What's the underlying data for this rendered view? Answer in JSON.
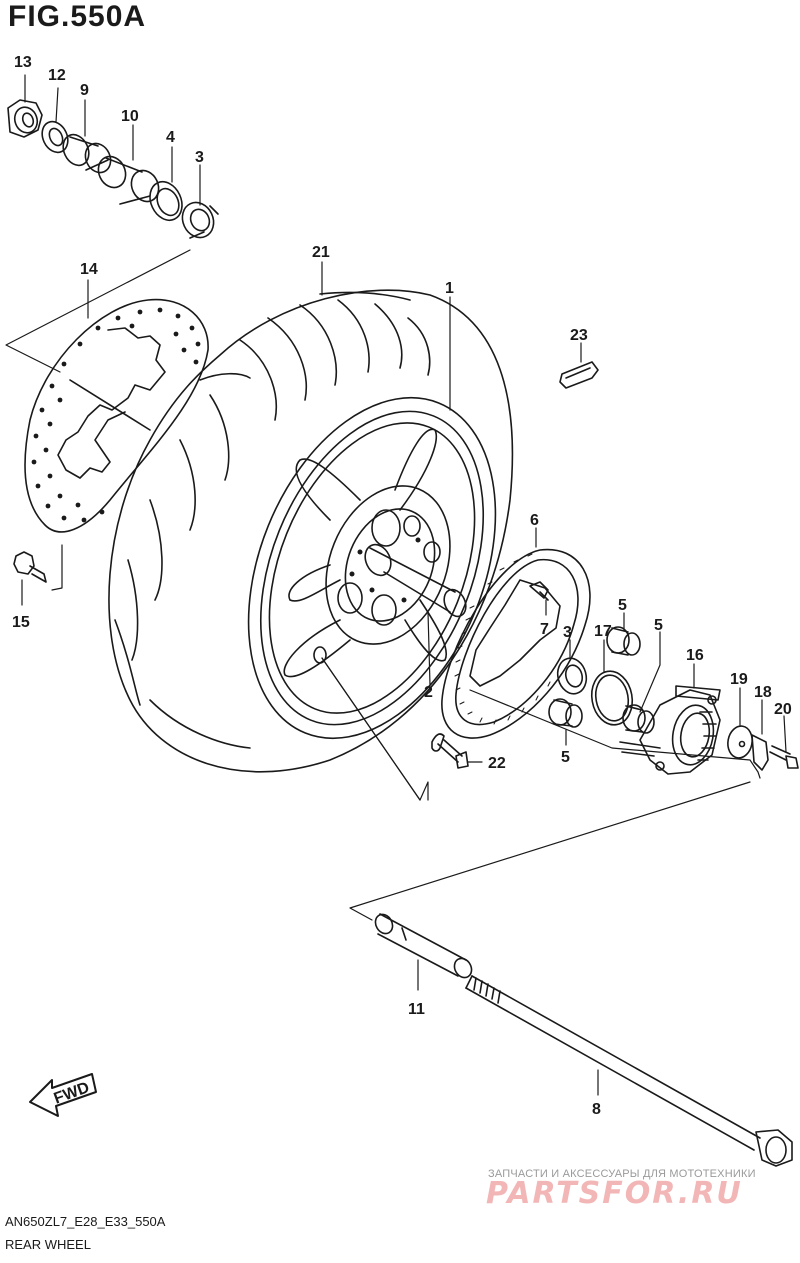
{
  "figure": {
    "title": "FIG.550A",
    "model_code": "AN650ZL7_E28_E33_550A",
    "caption": "REAR WHEEL"
  },
  "callouts": {
    "c1": "1",
    "c2": "2",
    "c3a": "3",
    "c3b": "3",
    "c4": "4",
    "c5a": "5",
    "c5b": "5",
    "c5c": "5",
    "c6": "6",
    "c7": "7",
    "c8": "8",
    "c9": "9",
    "c10": "10",
    "c11": "11",
    "c12": "12",
    "c13": "13",
    "c14": "14",
    "c15": "15",
    "c16": "16",
    "c17": "17",
    "c18": "18",
    "c19": "19",
    "c20": "20",
    "c21": "21",
    "c22": "22",
    "c23": "23"
  },
  "direction_arrow": {
    "label": "FWD"
  },
  "watermark": {
    "subtitle": "ЗАПЧАСТИ И АКСЕССУАРЫ ДЛЯ МОТОТЕХНИКИ",
    "logo": "PARTSFOR.RU"
  }
}
